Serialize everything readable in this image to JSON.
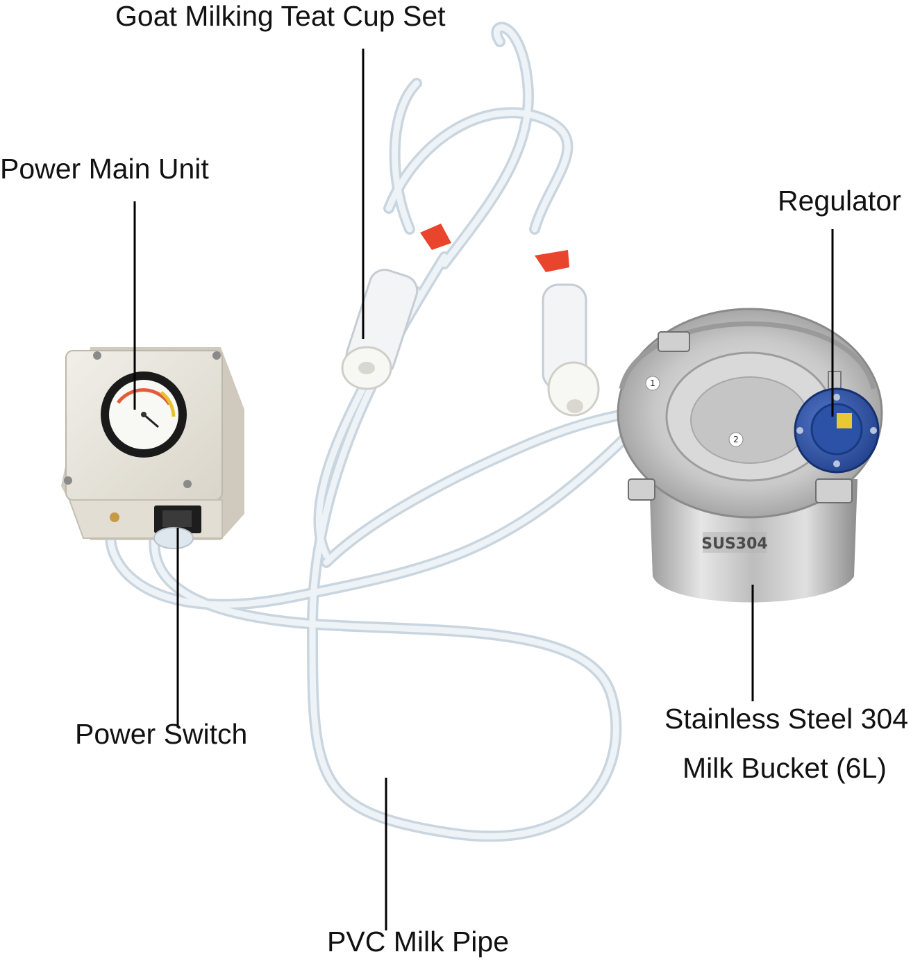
{
  "labels": {
    "teat_cups": "Goat Milking Teat Cup Set",
    "main_unit": "Power Main Unit",
    "regulator": "Regulator",
    "power_switch": "Power Switch",
    "bucket_line1": "Stainless Steel 304",
    "bucket_line2": "Milk Bucket (6L)",
    "pipe": "PVC Milk Pipe"
  },
  "bucket_stamp": "SUS304",
  "lid_numbers": [
    "1",
    "2"
  ],
  "colors": {
    "regulator_blue": "#2f55a8",
    "clamp_red": "#e8452c",
    "tube": "#e4ecf3",
    "housing": "#e9e6dd",
    "steel": "#c9c9c9"
  }
}
